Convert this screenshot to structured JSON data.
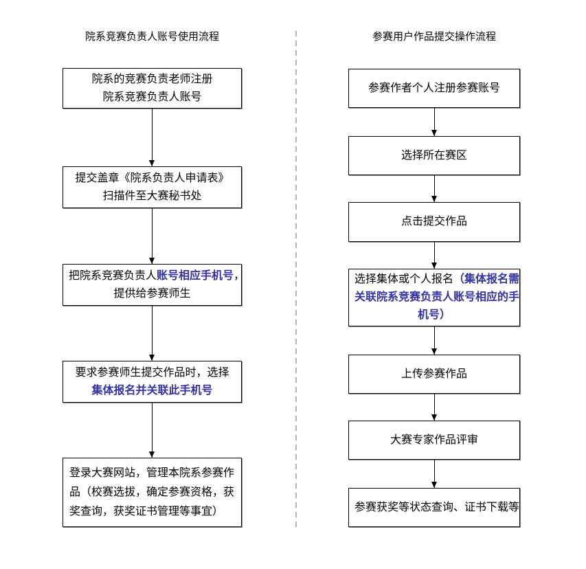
{
  "colors": {
    "background": "#FFFFFF",
    "box_border": "#000000",
    "box_shadow": "#8C8C8C",
    "text": "#000000",
    "highlight_text": "#3232A0",
    "divider_dashed": "#B3B3B3"
  },
  "flowcharts": {
    "left": {
      "title": "院系竞赛负责人账号使用流程",
      "steps": [
        {
          "lines": [
            [
              {
                "text": "院系的竞赛负责老师注册",
                "highlight": false
              }
            ],
            [
              {
                "text": "院系竞赛负责人账号",
                "highlight": false
              }
            ]
          ]
        },
        {
          "lines": [
            [
              {
                "text": "提交盖章《院系负责人申请表》",
                "highlight": false
              }
            ],
            [
              {
                "text": "扫描件至大赛秘书处",
                "highlight": false
              }
            ]
          ]
        },
        {
          "lines": [
            [
              {
                "text": "把院系竞赛负责人",
                "highlight": false
              },
              {
                "text": "账号相应手机号",
                "highlight": true
              },
              {
                "text": "，",
                "highlight": false
              }
            ],
            [
              {
                "text": "提供给参赛师生",
                "highlight": false
              }
            ]
          ]
        },
        {
          "lines": [
            [
              {
                "text": "要求参赛师生提交作品时，选择",
                "highlight": false
              }
            ],
            [
              {
                "text": "集体报名并关联此手机号",
                "highlight": true
              }
            ]
          ]
        },
        {
          "lines": [
            [
              {
                "text": "登录大赛网站，管理本院系参赛作",
                "highlight": false
              }
            ],
            [
              {
                "text": "品（校赛选拔，确定参赛资格，获",
                "highlight": false
              }
            ],
            [
              {
                "text": "奖查询，获奖证书管理等事宜）",
                "highlight": false
              }
            ]
          ]
        }
      ]
    },
    "right": {
      "title": "参赛用户作品提交操作流程",
      "steps": [
        {
          "lines": [
            [
              {
                "text": "参赛作者个人注册参赛账号",
                "highlight": false
              }
            ]
          ]
        },
        {
          "lines": [
            [
              {
                "text": "选择所在赛区",
                "highlight": false
              }
            ]
          ]
        },
        {
          "lines": [
            [
              {
                "text": "点击提交作品",
                "highlight": false
              }
            ]
          ]
        },
        {
          "lines": [
            [
              {
                "text": "选择集体或个人报名",
                "highlight": false
              },
              {
                "text": "（集体报名需",
                "highlight": true
              }
            ],
            [
              {
                "text": "关联院系竞赛负责人账号相应的手",
                "highlight": true
              }
            ],
            [
              {
                "text": "机号）",
                "highlight": true
              }
            ]
          ]
        },
        {
          "lines": [
            [
              {
                "text": "上传参赛作品",
                "highlight": false
              }
            ]
          ]
        },
        {
          "lines": [
            [
              {
                "text": "大赛专家作品评审",
                "highlight": false
              }
            ]
          ]
        },
        {
          "lines": [
            [
              {
                "text": "参赛获奖等状态查询、证书下载等",
                "highlight": false
              }
            ]
          ]
        }
      ]
    }
  }
}
